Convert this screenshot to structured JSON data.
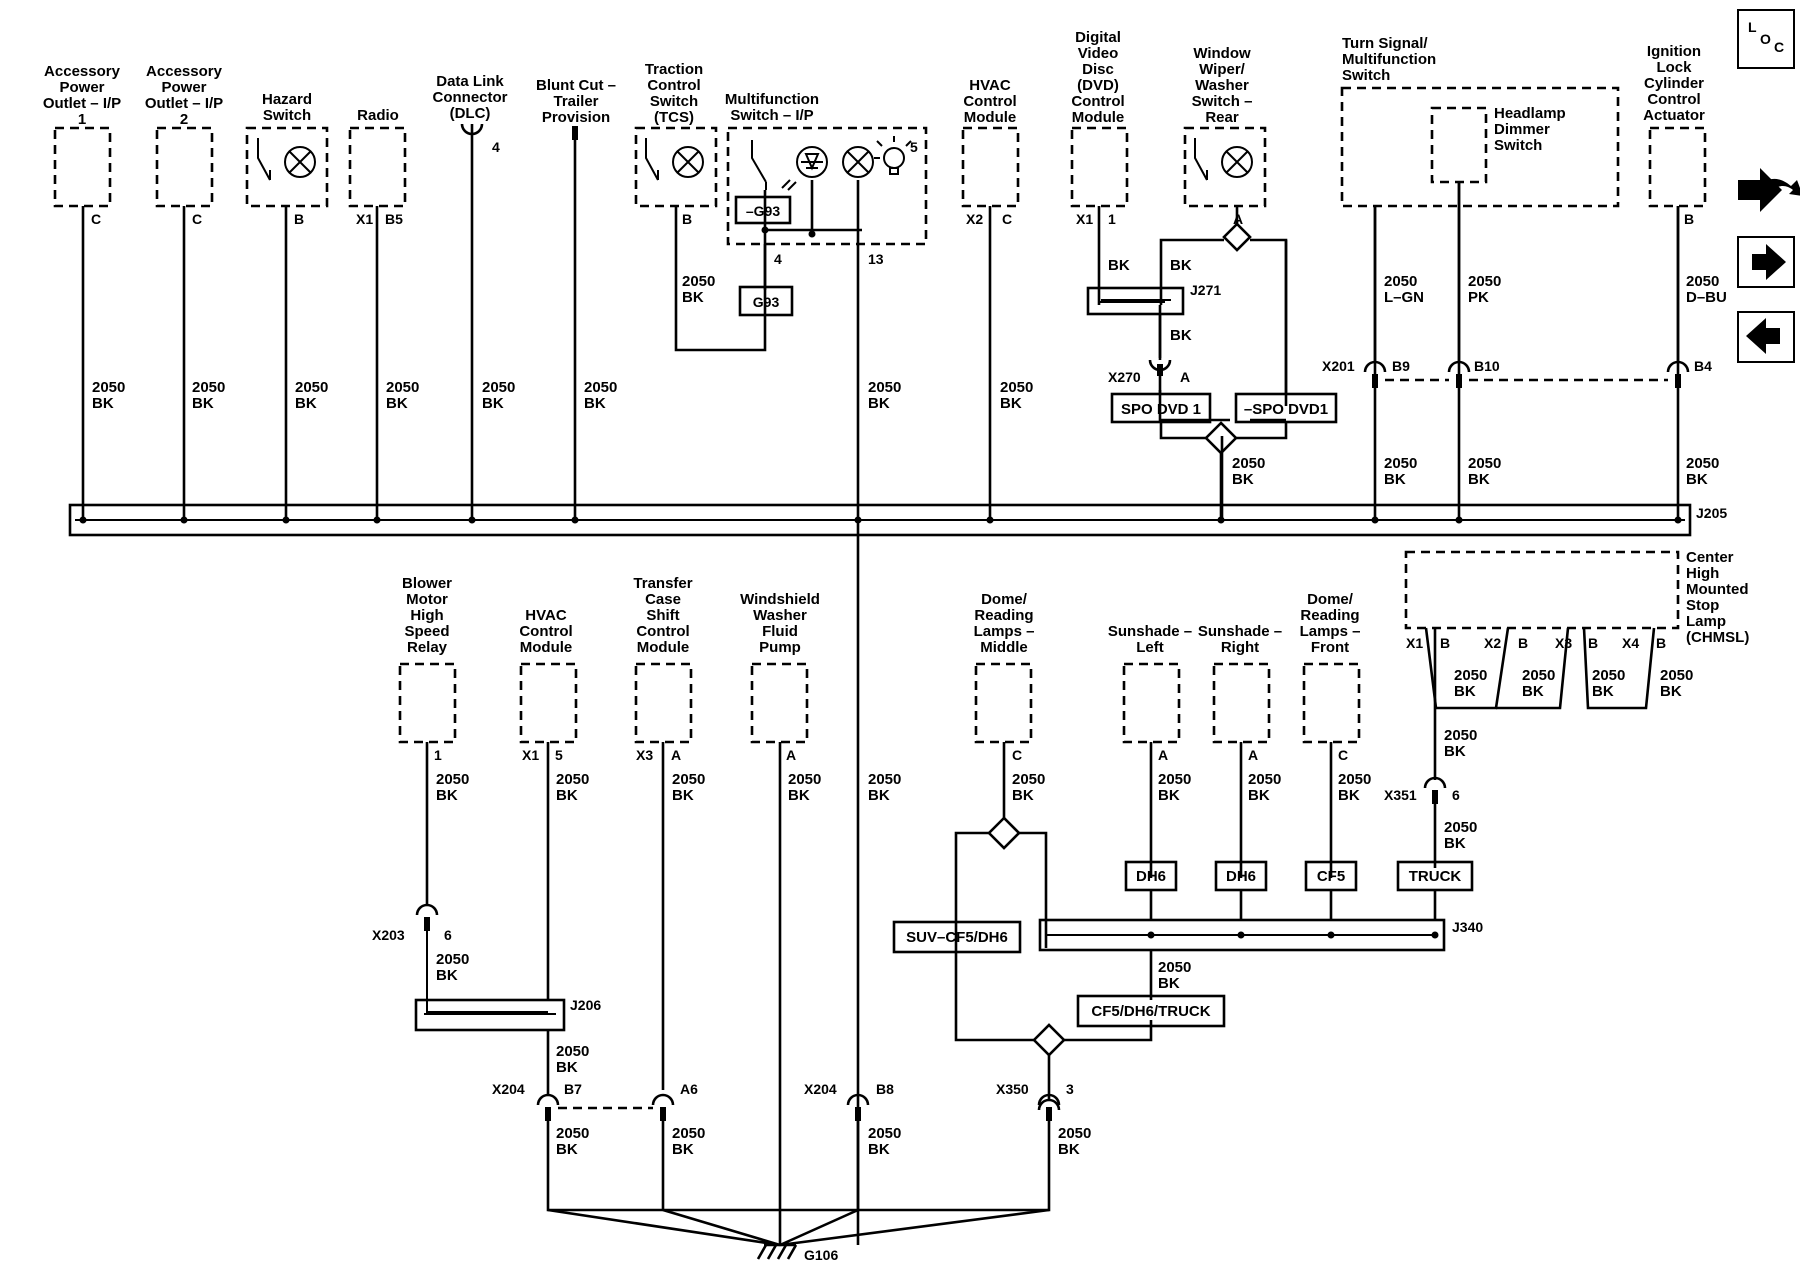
{
  "nav": {
    "loc_icon": "loc-icon",
    "loc_letters": [
      "L",
      "O",
      "C"
    ],
    "back_icon": "wrench-arrow-icon",
    "next_icon": "arrow-right-icon",
    "prev_icon": "arrow-left-icon"
  },
  "wire": {
    "circuit": "2050",
    "color": "BK"
  },
  "top_components": [
    {
      "id": "acc1",
      "lines": [
        "Accessory",
        "Power",
        "Outlet – I/P",
        "1"
      ],
      "pin_right": "C"
    },
    {
      "id": "acc2",
      "lines": [
        "Accessory",
        "Power",
        "Outlet – I/P",
        "2"
      ],
      "pin_right": "C"
    },
    {
      "id": "hazard",
      "lines": [
        "Hazard",
        "Switch"
      ],
      "pin_right": "B"
    },
    {
      "id": "radio",
      "lines": [
        "Radio"
      ],
      "pin_left": "X1",
      "pin_right": "B5"
    },
    {
      "id": "dlc",
      "lines": [
        "Data Link",
        "Connector",
        "(DLC)"
      ],
      "pin_right": "4"
    },
    {
      "id": "blunt",
      "lines": [
        "Blunt Cut –",
        "Trailer",
        "Provision"
      ]
    },
    {
      "id": "tcs",
      "lines": [
        "Traction",
        "Control",
        "Switch",
        "(TCS)"
      ],
      "pin_right": "B"
    },
    {
      "id": "mfs",
      "lines": [
        "Multifunction",
        "Switch – I/P"
      ],
      "pin_4": "4",
      "pin_13": "13",
      "pin_5": "5",
      "badge_inner": "–G93",
      "badge_outer": "G93"
    },
    {
      "id": "hvac_top",
      "lines": [
        "HVAC",
        "Control",
        "Module"
      ],
      "pin_left": "X2",
      "pin_right": "C"
    },
    {
      "id": "dvd",
      "lines": [
        "Digital",
        "Video",
        "Disc",
        "(DVD)",
        "Control",
        "Module"
      ],
      "pin_left": "X1",
      "pin_right": "1"
    },
    {
      "id": "wiper",
      "lines": [
        "Window",
        "Wiper/",
        "Washer",
        "Switch –",
        "Rear"
      ],
      "pin_right": "A"
    },
    {
      "id": "turn",
      "lines": [
        "Turn Signal/",
        "Multifunction",
        "Switch"
      ]
    },
    {
      "id": "dimmer",
      "lines": [
        "Headlamp",
        "Dimmer",
        "Switch"
      ]
    },
    {
      "id": "ignition",
      "lines": [
        "Ignition",
        "Lock",
        "Cylinder",
        "Control",
        "Actuator"
      ],
      "pin_right": "B"
    }
  ],
  "dvd_branch": {
    "bk_left": "BK",
    "bk_right": "BK",
    "bk_below": "BK",
    "splice": "J271",
    "connector": "X270",
    "connector_pin": "A",
    "option_a": "SPO DVD 1",
    "option_b": "–SPO DVD1"
  },
  "turn_branch": {
    "connector": "X201",
    "pins": [
      "B9",
      "B10",
      "B4"
    ],
    "colors": [
      "L–GN",
      "PK",
      "D–BU"
    ]
  },
  "splice_main": "J205",
  "bottom_components": [
    {
      "id": "blower",
      "lines": [
        "Blower",
        "Motor",
        "High",
        "Speed",
        "Relay"
      ],
      "pin_right": "1"
    },
    {
      "id": "hvac_bottom",
      "lines": [
        "HVAC",
        "Control",
        "Module"
      ],
      "pin_left": "X1",
      "pin_right": "5"
    },
    {
      "id": "transfer",
      "lines": [
        "Transfer",
        "Case",
        "Shift",
        "Control",
        "Module"
      ],
      "pin_left": "X3",
      "pin_right": "A"
    },
    {
      "id": "washer_pump",
      "lines": [
        "Windshield",
        "Washer",
        "Fluid",
        "Pump"
      ],
      "pin_right": "A"
    },
    {
      "id": "dome_mid",
      "lines": [
        "Dome/",
        "Reading",
        "Lamps –",
        "Middle"
      ],
      "pin_right": "C"
    },
    {
      "id": "sun_left",
      "lines": [
        "Sunshade –",
        "Left"
      ],
      "pin_right": "A"
    },
    {
      "id": "sun_right",
      "lines": [
        "Sunshade –",
        "Right"
      ],
      "pin_right": "A"
    },
    {
      "id": "dome_front",
      "lines": [
        "Dome/",
        "Reading",
        "Lamps –",
        "Front"
      ],
      "pin_right": "C"
    },
    {
      "id": "chmsl",
      "lines": [
        "Center",
        "High",
        "Mounted",
        "Stop",
        "Lamp",
        "(CHMSL)"
      ],
      "pins": [
        "X1",
        "B",
        "X2",
        "B",
        "X3",
        "B",
        "X4",
        "B"
      ]
    }
  ],
  "bottom_branch": {
    "x203": "X203",
    "x203_pin": "6",
    "j206": "J206",
    "x204a": "X204",
    "x204a_pin": "B7",
    "a6": "A6",
    "x204b": "X204",
    "x204b_pin": "B8",
    "x350": "X350",
    "x350_pin": "3",
    "x351": "X351",
    "x351_pin": "6",
    "j340": "J340",
    "opt_dh6_a": "DH6",
    "opt_dh6_b": "DH6",
    "opt_cf5": "CF5",
    "opt_truck": "TRUCK",
    "opt_suv": "SUV–CF5/DH6",
    "opt_cf5dh6truck": "CF5/DH6/TRUCK",
    "ground": "G106"
  }
}
